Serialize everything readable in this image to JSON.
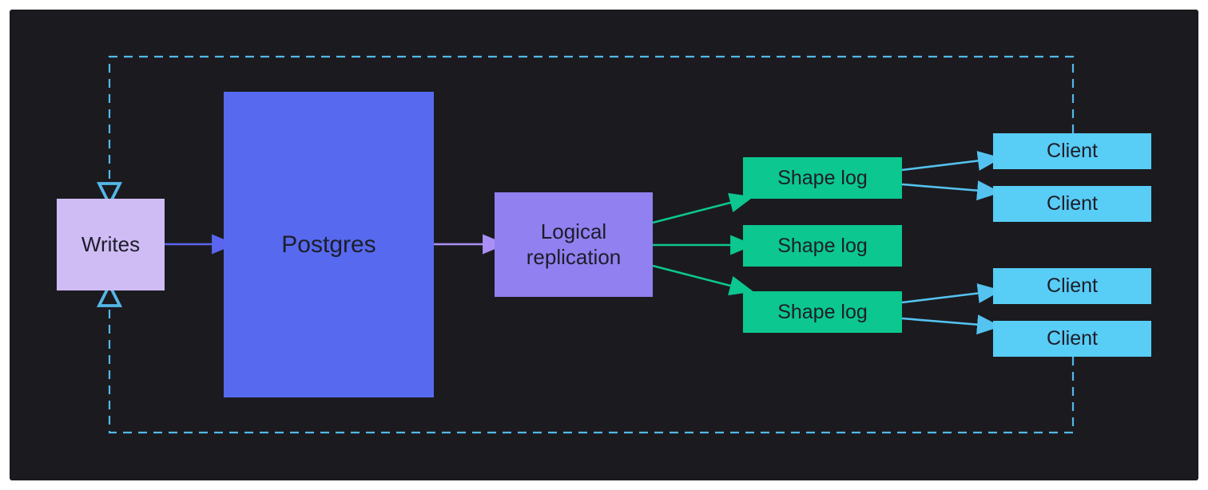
{
  "diagram": {
    "nodes": {
      "writes": {
        "label": "Writes"
      },
      "postgres": {
        "label": "Postgres"
      },
      "logical_replication": {
        "label": "Logical replication"
      },
      "shape_logs": [
        {
          "label": "Shape log"
        },
        {
          "label": "Shape log"
        },
        {
          "label": "Shape log"
        }
      ],
      "clients": [
        {
          "label": "Client"
        },
        {
          "label": "Client"
        },
        {
          "label": "Client"
        },
        {
          "label": "Client"
        }
      ]
    },
    "edges": [
      {
        "from": "writes",
        "to": "postgres",
        "style": "solid"
      },
      {
        "from": "postgres",
        "to": "logical_replication",
        "style": "solid"
      },
      {
        "from": "logical_replication",
        "to": "shape_log_1",
        "style": "solid"
      },
      {
        "from": "logical_replication",
        "to": "shape_log_2",
        "style": "solid"
      },
      {
        "from": "logical_replication",
        "to": "shape_log_3",
        "style": "solid"
      },
      {
        "from": "shape_log_1",
        "to": "client_1",
        "style": "solid"
      },
      {
        "from": "shape_log_1",
        "to": "client_2",
        "style": "solid"
      },
      {
        "from": "shape_log_3",
        "to": "client_3",
        "style": "solid"
      },
      {
        "from": "shape_log_3",
        "to": "client_4",
        "style": "solid"
      },
      {
        "from": "client_1",
        "to": "writes",
        "style": "dashed",
        "route": "over-the-top"
      },
      {
        "from": "client_4",
        "to": "writes",
        "style": "dashed",
        "route": "under-the-bottom"
      }
    ],
    "colors": {
      "page_bg": "#ffffff",
      "panel_bg": "#1b1b1f",
      "writes_bg": "#cfbcf4",
      "postgres_bg": "#5769ef",
      "logical_bg": "#9180f0",
      "shape_log_bg": "#0cc78f",
      "client_bg": "#58cdf6",
      "dashed_line": "#54b8e8",
      "arrow_blue": "#5a65f0",
      "arrow_purple": "#aa90f6",
      "arrow_green": "#0cc78f",
      "arrow_cyan": "#55c3f0",
      "text_dark": "#1d1d29"
    }
  }
}
